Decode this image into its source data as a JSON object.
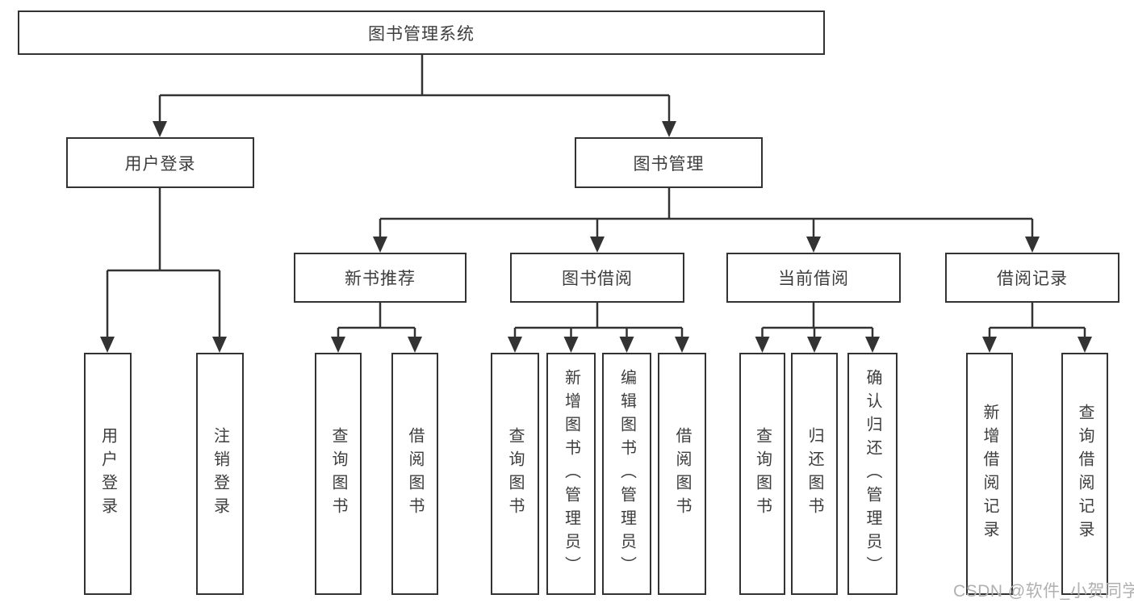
{
  "diagram": {
    "root": {
      "label": "图书管理系统"
    },
    "user_login": {
      "label": "用户登录",
      "children": [
        {
          "label": "用户登录"
        },
        {
          "label": "注销登录"
        }
      ]
    },
    "book_management": {
      "label": "图书管理",
      "sections": {
        "new_book_recommend": {
          "label": "新书推荐",
          "children": [
            {
              "label": "查询图书"
            },
            {
              "label": "借阅图书"
            }
          ]
        },
        "book_borrow": {
          "label": "图书借阅",
          "children": [
            {
              "label": "查询图书"
            },
            {
              "label": "新增图书（管理员）"
            },
            {
              "label": "编辑图书（管理员）"
            },
            {
              "label": "借阅图书"
            }
          ]
        },
        "current_borrow": {
          "label": "当前借阅",
          "children": [
            {
              "label": "查询图书"
            },
            {
              "label": "归还图书"
            },
            {
              "label": "确认归还（管理员）"
            }
          ]
        },
        "borrow_records": {
          "label": "借阅记录",
          "children": [
            {
              "label": "新增借阅记录"
            },
            {
              "label": "查询借阅记录"
            }
          ]
        }
      }
    }
  },
  "colors": {
    "line": "#333333",
    "text": "#3d3d3d",
    "box_background": "#ffffff",
    "watermark": "#b0b0b0"
  },
  "watermark": {
    "text": "CSDN @软件_小贺同学"
  }
}
